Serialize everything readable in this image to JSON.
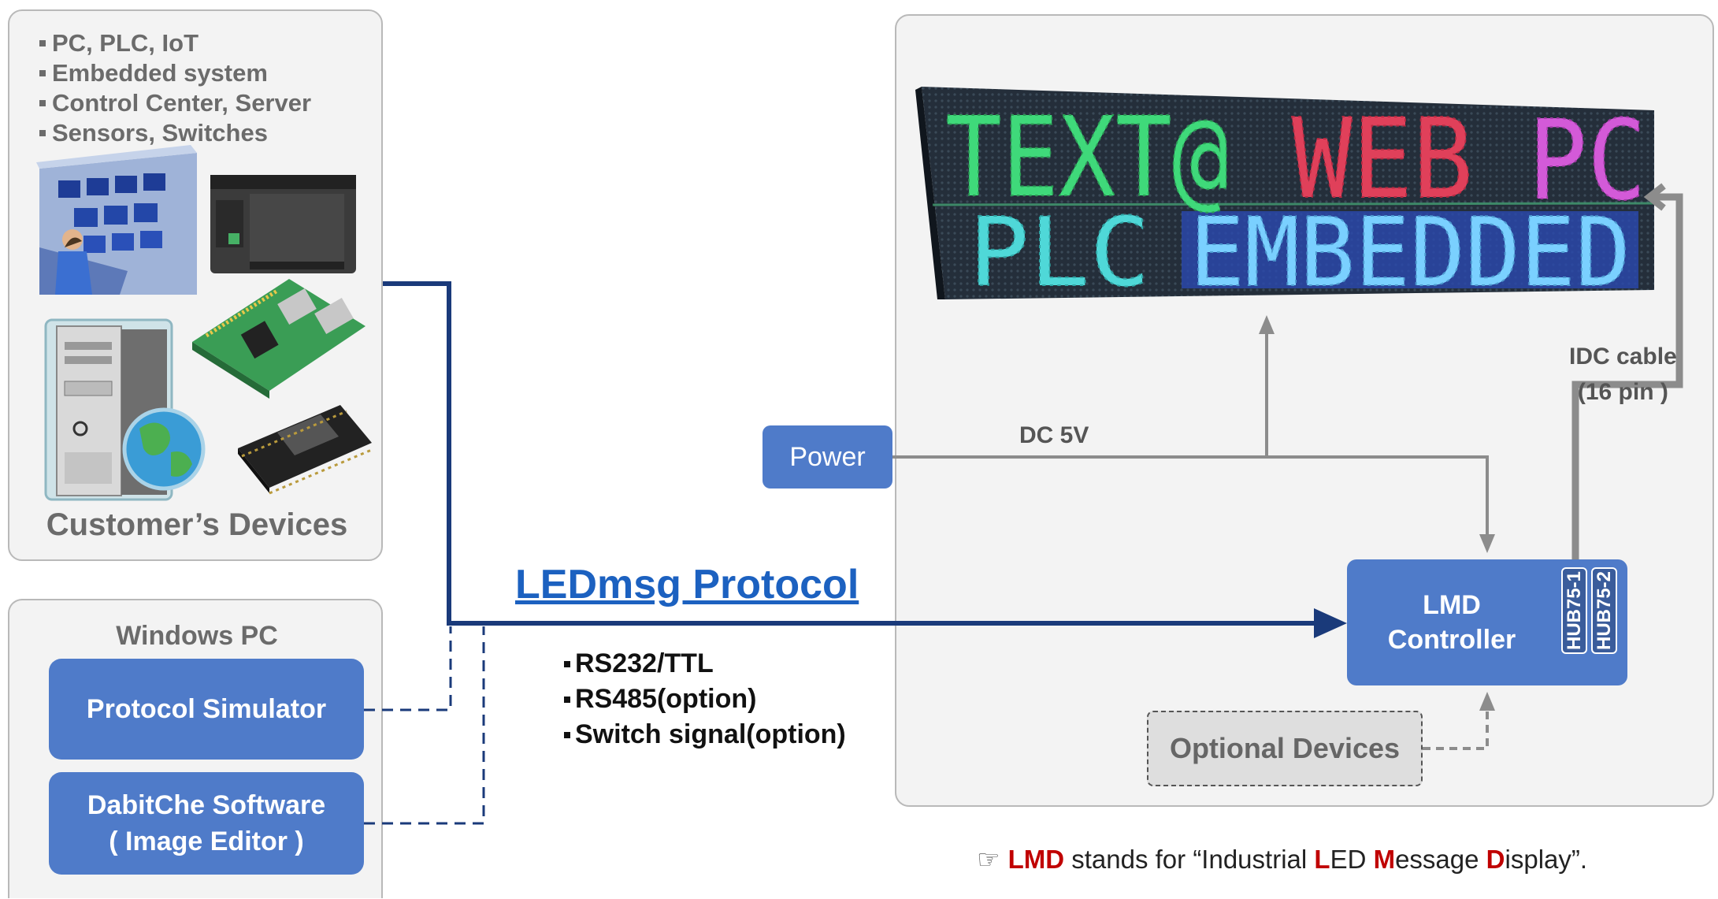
{
  "customer": {
    "bullets": [
      "PC, PLC, IoT",
      "Embedded system",
      "Control Center, Server",
      "Sensors, Switches"
    ],
    "title": "Customer’s Devices"
  },
  "windows": {
    "title": "Windows PC",
    "simulator": "Protocol Simulator",
    "software_line1": "DabitChe Software",
    "software_line2": "( Image Editor )"
  },
  "protocol": {
    "title": "LEDmsg Protocol",
    "interfaces": [
      "RS232/TTL",
      "RS485(option)",
      "Switch signal(option)"
    ]
  },
  "power": {
    "label": "Power",
    "voltage": "DC 5V"
  },
  "cable": {
    "line1": "IDC cable",
    "line2": "(16 pin )"
  },
  "controller": {
    "line1": "LMD",
    "line2": "Controller",
    "ports": [
      "HUB75-1",
      "HUB75-2"
    ]
  },
  "optional": {
    "label": "Optional Devices"
  },
  "led_display": {
    "row1": [
      {
        "text": "TEXT@",
        "color": "#3fd97a"
      },
      {
        "text": "WEB",
        "color": "#e0405a"
      },
      {
        "text": "PC",
        "color": "#d35ad8"
      }
    ],
    "row2": [
      {
        "text": "PLC",
        "color": "#4fd8d8"
      },
      {
        "text": "EMBEDDED",
        "color": "#7ad0ff"
      }
    ]
  },
  "footnote": {
    "pointer": "☞",
    "parts": [
      {
        "t": "LMD",
        "hl": true
      },
      {
        "t": " stands for “Industrial ",
        "hl": false
      },
      {
        "t": "L",
        "hl": true
      },
      {
        "t": "ED ",
        "hl": false
      },
      {
        "t": "M",
        "hl": true
      },
      {
        "t": "essage ",
        "hl": false
      },
      {
        "t": "D",
        "hl": true
      },
      {
        "t": "isplay”.",
        "hl": false
      }
    ]
  },
  "colors": {
    "connector_navy": "#1a3a7a",
    "connector_gray": "#8c8c8c",
    "box_blue": "#4f7bc9",
    "highlight_red": "#c00000"
  }
}
